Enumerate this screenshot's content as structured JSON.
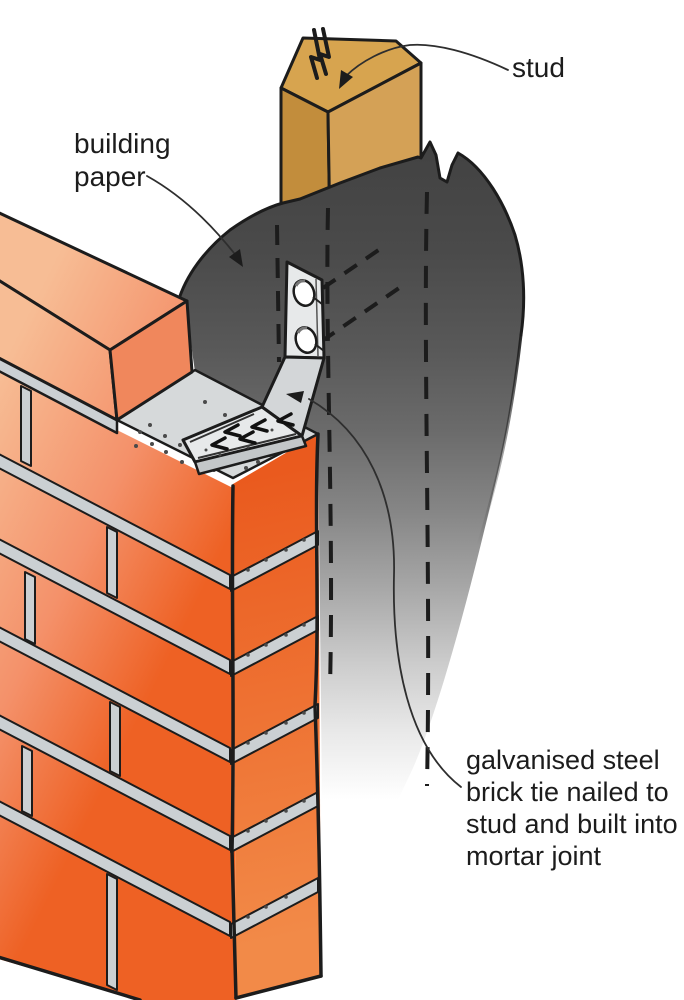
{
  "figure": {
    "description": "Hand-drawn construction detail: galvanised steel brick tie connecting a timber stud (with building paper) to a brick veneer wall"
  },
  "labels": {
    "stud": {
      "text": "stud"
    },
    "building_paper": {
      "text": "building\npaper"
    },
    "brick_tie": {
      "text": "galvanised steel\nbrick tie nailed to\nstud and built into\nmortar joint"
    }
  },
  "icons": {
    "leader_arrowheads": "solid black triangular arrowheads on curved leader lines"
  },
  "colors": {
    "background": "#ffffff",
    "line": "#1c1c1c",
    "leader": "#2e2e2e",
    "text": "#1c1c1c",
    "brick-light": "#f7bd95",
    "brick-mid": "#f4916a",
    "brick-deep": "#ee6124",
    "brick-return-dark": "#ea5a1e",
    "brick-return-light": "#f28a48",
    "brick-end-face": "#f0875c",
    "mortar": "#cbd0d3",
    "mortar-bed": "#d6d9da",
    "wood-top": "#d7a44f",
    "wood-left": "#c28d3c",
    "wood-front": "#d4a156",
    "paper-top": "#414141",
    "steel": "#e7e9ea",
    "steel-shade": "#d3d6d8",
    "steel-edge": "#c3c7c9"
  }
}
